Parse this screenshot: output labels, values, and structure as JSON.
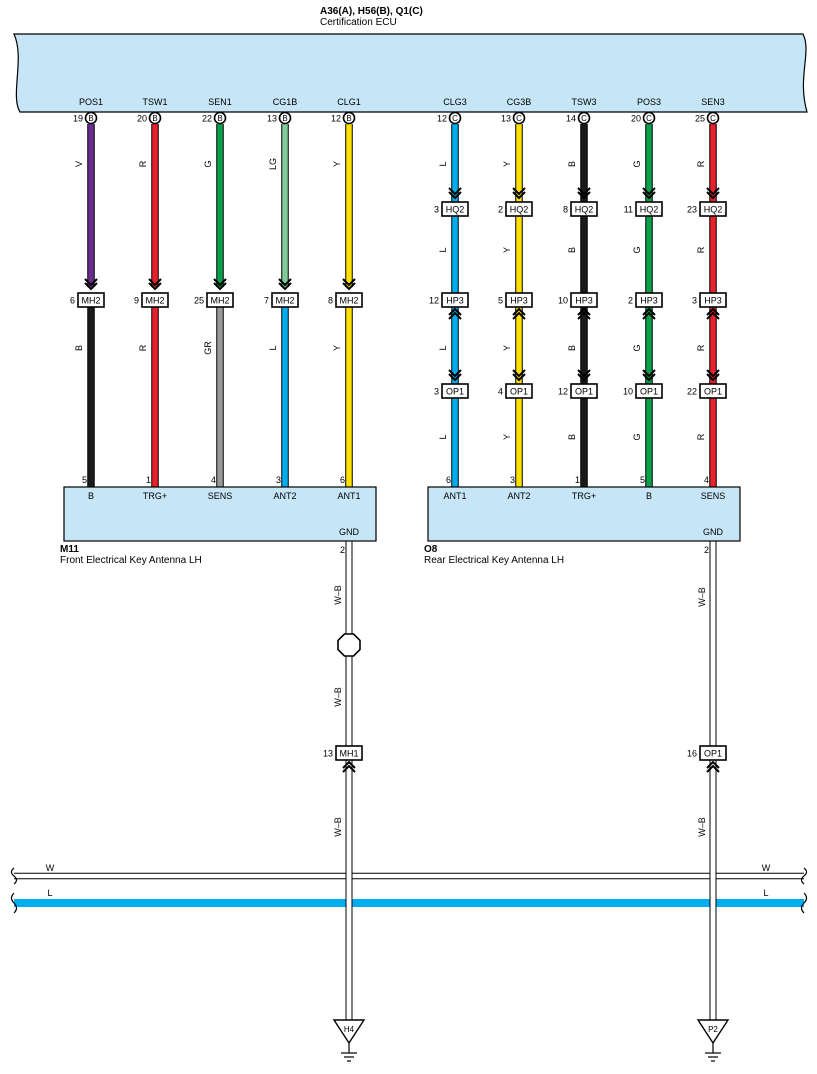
{
  "ecu": {
    "code": "A36(A), H56(B), Q1(C)",
    "name": "Certification ECU"
  },
  "circuits": [
    {
      "pin": "19",
      "ecu_connector": "B",
      "signal": "POS1",
      "wire_top": "V",
      "color_top": "#6a2c91",
      "join": "6",
      "join_connector": "MH2",
      "wire_bottom": "B",
      "color_bottom": "#1a1a1a",
      "terminal": "5",
      "terminal_label": "B"
    },
    {
      "pin": "20",
      "ecu_connector": "B",
      "signal": "TSW1",
      "wire_top": "R",
      "color_top": "#e8202a",
      "join": "9",
      "join_connector": "MH2",
      "wire_bottom": "R",
      "color_bottom": "#e8202a",
      "terminal": "1",
      "terminal_label": "TRG+"
    },
    {
      "pin": "22",
      "ecu_connector": "B",
      "signal": "SEN1",
      "wire_top": "G",
      "color_top": "#0aa04a",
      "join": "25",
      "join_connector": "MH2",
      "wire_bottom": "GR",
      "color_bottom": "#999999",
      "terminal": "4",
      "terminal_label": "SENS"
    },
    {
      "pin": "13",
      "ecu_connector": "B",
      "signal": "CG1B",
      "wire_top": "LG",
      "color_top": "#7fcc99",
      "join": "7",
      "join_connector": "MH2",
      "wire_bottom": "L",
      "color_bottom": "#00aeef",
      "terminal": "3",
      "terminal_label": "ANT2"
    },
    {
      "pin": "12",
      "ecu_connector": "B",
      "signal": "CLG1",
      "wire_top": "Y",
      "color_top": "#ffe000",
      "join": "8",
      "join_connector": "MH2",
      "wire_bottom": "Y",
      "color_bottom": "#ffe000",
      "terminal": "6",
      "terminal_label": "ANT1"
    },
    {
      "pin": "12",
      "ecu_connector": "C",
      "signal": "CLG3",
      "wire": "L",
      "color": "#00aeef",
      "hq2": "3",
      "hp3": "12",
      "op1": "3",
      "terminal": "6",
      "terminal_label": "ANT1"
    },
    {
      "pin": "13",
      "ecu_connector": "C",
      "signal": "CG3B",
      "wire": "Y",
      "color": "#ffe000",
      "hq2": "2",
      "hp3": "5",
      "op1": "4",
      "terminal": "3",
      "terminal_label": "ANT2"
    },
    {
      "pin": "14",
      "ecu_connector": "C",
      "signal": "TSW3",
      "wire": "B",
      "color": "#1a1a1a",
      "hq2": "8",
      "hp3": "10",
      "op1": "12",
      "terminal": "1",
      "terminal_label": "TRG+"
    },
    {
      "pin": "20",
      "ecu_connector": "C",
      "signal": "POS3",
      "wire": "G",
      "color": "#0aa04a",
      "hq2": "11",
      "hp3": "2",
      "op1": "10",
      "terminal": "5",
      "terminal_label": "B"
    },
    {
      "pin": "25",
      "ecu_connector": "C",
      "signal": "SEN3",
      "wire": "R",
      "color": "#e8202a",
      "hq2": "23",
      "hp3": "3",
      "op1": "22",
      "terminal": "4",
      "terminal_label": "SENS"
    }
  ],
  "rear_connectors": {
    "first": "HQ2",
    "second": "HP3",
    "third": "OP1"
  },
  "antennas": {
    "front": {
      "code": "M11",
      "name": "Front Electrical Key Antenna LH",
      "gnd_label": "GND",
      "gnd_pin": "2"
    },
    "rear": {
      "code": "O8",
      "name": "Rear Electrical Key Antenna LH",
      "gnd_label": "GND",
      "gnd_pin": "2"
    }
  },
  "ground_front": {
    "wire": "W–B",
    "connector": "MH1",
    "pin": "13",
    "ground_point": "H4"
  },
  "ground_rear": {
    "wire": "W–B",
    "connector": "OP1",
    "pin": "16",
    "ground_point": "P2"
  },
  "buses": [
    {
      "name": "W",
      "color": "#ffffff"
    },
    {
      "name": "L",
      "color": "#00aeef"
    }
  ]
}
